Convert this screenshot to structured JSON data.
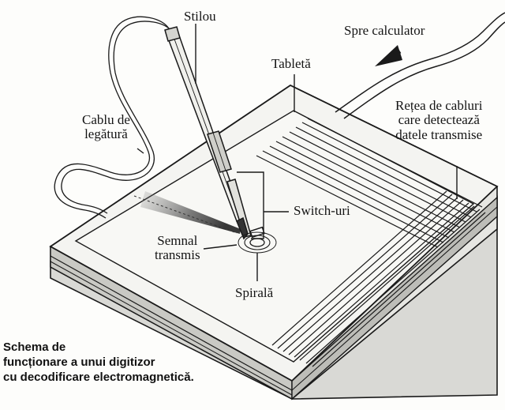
{
  "labels": {
    "stilou": "Stilou",
    "spre_calculator": "Spre calculator",
    "tableta": "Tabletă",
    "cablu_de_legatura": [
      "Cablu de",
      "legătură"
    ],
    "retea_de_cabluri": [
      "Rețea de cabluri",
      "care detectează",
      "datele transmise"
    ],
    "switch_uri": "Switch-uri",
    "semnal_transmis": [
      "Semnal",
      "transmis"
    ],
    "spirala": "Spirală"
  },
  "caption": [
    "Schema de",
    "funcționare a unui digitizor",
    "cu decodificare electromagnetică."
  ],
  "colors": {
    "ink": "#1a1a1a",
    "paper": "#fdfdfb",
    "tablet_face": "#f4f4f1",
    "tablet_side": "#cfcfcb"
  }
}
